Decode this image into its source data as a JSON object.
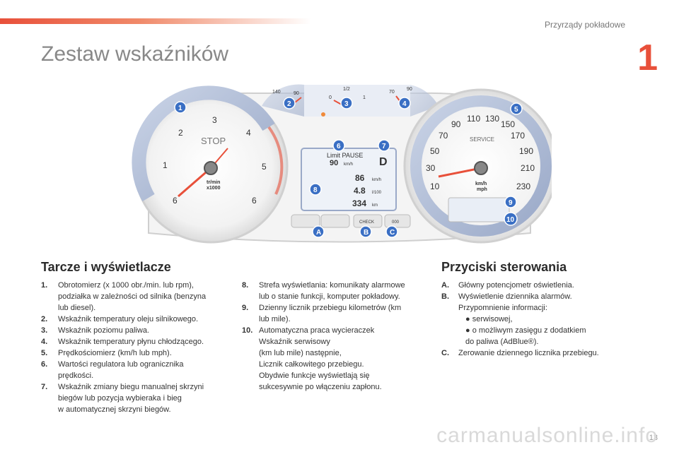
{
  "header": {
    "section": "Przyrządy pokładowe",
    "chapter": "1"
  },
  "title": "Zestaw wskaźników",
  "dashboard": {
    "tacho_ticks": [
      "1",
      "2",
      "3",
      "4",
      "5",
      "6",
      "6"
    ],
    "tacho_stop": "STOP",
    "tacho_unit_1": "tr/min",
    "tacho_unit_2": "x1000",
    "speed_ticks": [
      "10",
      "30",
      "50",
      "70",
      "90",
      "110",
      "130",
      "150",
      "170",
      "190",
      "210",
      "230"
    ],
    "speed_service": "SERVICE",
    "speed_unit_1": "km/h",
    "speed_unit_2": "mph",
    "temp_ticks": [
      "140",
      "90",
      "70",
      "90"
    ],
    "fuel_ticks": [
      "0",
      "1/2",
      "1"
    ],
    "display": {
      "limit": "Limit PAUSE",
      "limit_value": "90",
      "limit_unit": "km/h",
      "gear": "D",
      "row1_value": "86",
      "row1_unit": "km/h",
      "row2_value": "4.8",
      "row2_unit": "l/100",
      "row3_value": "334",
      "row3_unit": "km"
    },
    "buttons": {
      "check": "CHECK",
      "odo": "000"
    },
    "callouts": [
      "1",
      "2",
      "3",
      "4",
      "5",
      "6",
      "7",
      "8",
      "9",
      "10",
      "A",
      "B",
      "C"
    ]
  },
  "dials": {
    "heading": "Tarcze i wyświetlacze",
    "col1": [
      {
        "k": "1.",
        "lines": [
          "Obrotomierz (x 1000 obr./min. lub rpm),",
          "podziałka w zależności od silnika (benzyna",
          "lub diesel)."
        ]
      },
      {
        "k": "2.",
        "lines": [
          "Wskaźnik temperatury oleju silnikowego."
        ]
      },
      {
        "k": "3.",
        "lines": [
          "Wskaźnik poziomu paliwa."
        ]
      },
      {
        "k": "4.",
        "lines": [
          "Wskaźnik temperatury płynu chłodzącego."
        ]
      },
      {
        "k": "5.",
        "lines": [
          "Prędkościomierz (km/h lub mph)."
        ]
      },
      {
        "k": "6.",
        "lines": [
          "Wartości regulatora lub ogranicznika",
          "prędkości."
        ]
      },
      {
        "k": "7.",
        "lines": [
          "Wskaźnik zmiany biegu manualnej skrzyni",
          "biegów lub pozycja wybieraka i bieg",
          "w automatycznej skrzyni biegów."
        ]
      }
    ],
    "col2": [
      {
        "k": "8.",
        "lines": [
          "Strefa wyświetlania: komunikaty alarmowe",
          "lub o stanie funkcji, komputer pokładowy."
        ]
      },
      {
        "k": "9.",
        "lines": [
          "Dzienny licznik przebiegu kilometrów (km",
          "lub mile)."
        ]
      },
      {
        "k": "10.",
        "lines": [
          "Automatyczna praca wycieraczek",
          "Wskaźnik serwisowy",
          "(km lub mile) następnie,",
          "Licznik całkowitego przebiegu.",
          "Obydwie funkcje wyświetlają się",
          "sukcesywnie po włączeniu zapłonu."
        ]
      }
    ]
  },
  "controls": {
    "heading": "Przyciski sterowania",
    "items": [
      {
        "k": "A.",
        "lines": [
          "Główny potencjometr oświetlenia."
        ]
      },
      {
        "k": "B.",
        "lines": [
          "Wyświetlenie dziennika alarmów.",
          "Przypomnienie informacji:"
        ],
        "sub": [
          "● serwisowej,",
          "● o możliwym zasięgu z dodatkiem",
          "do paliwa (AdBlue®)."
        ]
      },
      {
        "k": "C.",
        "lines": [
          "Zerowanie dziennego licznika przebiegu."
        ]
      }
    ]
  },
  "footer": {
    "watermark": "carmanualsonline.info",
    "page": "13"
  }
}
